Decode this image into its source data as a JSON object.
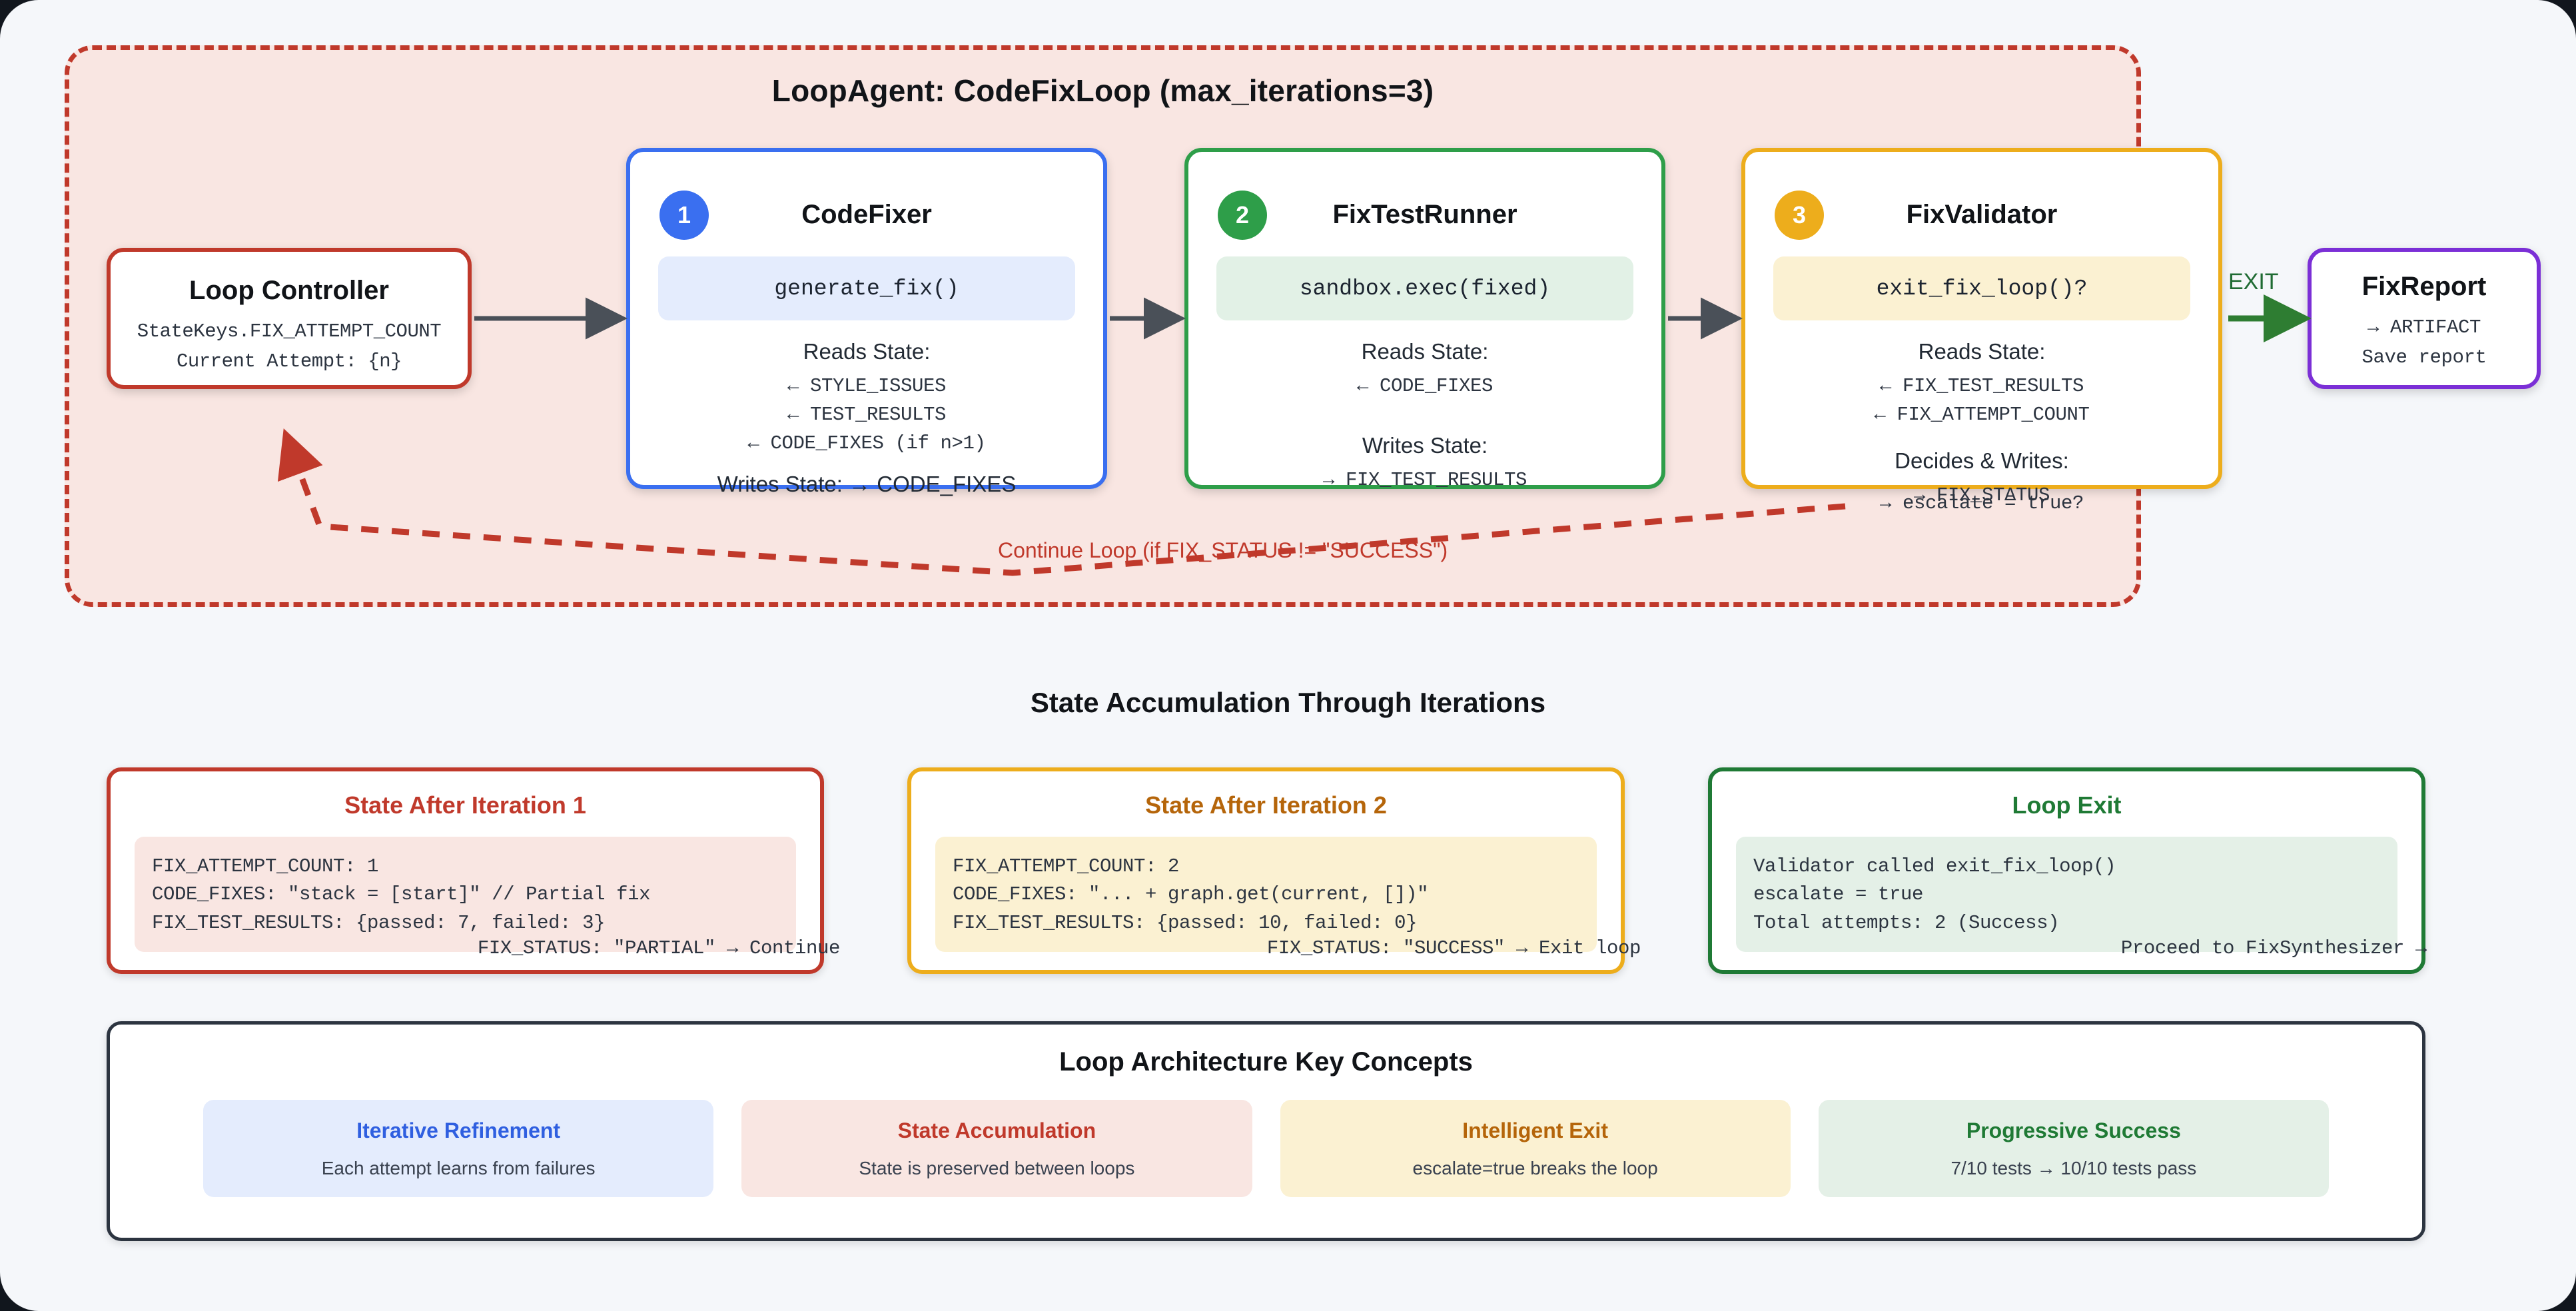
{
  "loop": {
    "title": "LoopAgent: CodeFixLoop (max_iterations=3)",
    "continue_label": "Continue Loop (if FIX_STATUS != \"SUCCESS\")",
    "exit_label": "EXIT"
  },
  "controller": {
    "title": "Loop Controller",
    "line1": "StateKeys.FIX_ATTEMPT_COUNT",
    "line2": "Current Attempt: {n}"
  },
  "steps": [
    {
      "number": "1",
      "title": "CodeFixer",
      "code": "generate_fix()",
      "reads_label": "Reads State:",
      "reads": [
        "← STYLE_ISSUES",
        "← TEST_RESULTS",
        "← CODE_FIXES (if n>1)"
      ],
      "writes_inline": "Writes State: → CODE_FIXES",
      "accent": "#3a6ff0"
    },
    {
      "number": "2",
      "title": "FixTestRunner",
      "code": "sandbox.exec(fixed)",
      "reads_label": "Reads State:",
      "reads": [
        "← CODE_FIXES"
      ],
      "writes_label": "Writes State:",
      "writes": [
        "→ FIX_TEST_RESULTS"
      ],
      "accent": "#2e9e49"
    },
    {
      "number": "3",
      "title": "FixValidator",
      "code": "exit_fix_loop()?",
      "reads_label": "Reads State:",
      "reads": [
        "← FIX_TEST_RESULTS",
        "← FIX_ATTEMPT_COUNT"
      ],
      "writes_label": "Decides & Writes:",
      "writes": [
        "→ FIX_STATUS"
      ],
      "overflow": "→ escalate = true?",
      "accent": "#edad1c"
    }
  ],
  "report": {
    "title": "FixReport",
    "line1": "→ ARTIFACT",
    "line2": "Save report"
  },
  "state_section": {
    "heading": "State Accumulation Through Iterations",
    "cards": [
      {
        "title": "State After Iteration 1",
        "lines": [
          "FIX_ATTEMPT_COUNT: 1",
          "CODE_FIXES: \"stack = [start]\" // Partial fix",
          "FIX_TEST_RESULTS: {passed: 7, failed: 3}"
        ],
        "footer": "FIX_STATUS: \"PARTIAL\" → Continue"
      },
      {
        "title": "State After Iteration 2",
        "lines": [
          "FIX_ATTEMPT_COUNT: 2",
          "CODE_FIXES: \"... + graph.get(current, [])\"",
          "FIX_TEST_RESULTS: {passed: 10, failed: 0}"
        ],
        "footer": "FIX_STATUS: \"SUCCESS\" → Exit loop"
      },
      {
        "title": "Loop Exit",
        "lines": [
          "Validator called exit_fix_loop()",
          "escalate = true",
          "Total attempts: 2 (Success)"
        ],
        "footer": "Proceed to FixSynthesizer →"
      }
    ]
  },
  "concepts": {
    "title": "Loop Architecture Key Concepts",
    "items": [
      {
        "title": "Iterative Refinement",
        "desc": "Each attempt learns from failures"
      },
      {
        "title": "State Accumulation",
        "desc": "State is preserved between loops"
      },
      {
        "title": "Intelligent Exit",
        "desc": "escalate=true breaks the loop"
      },
      {
        "title": "Progressive Success",
        "desc": "7/10 tests → 10/10 tests pass"
      }
    ]
  },
  "colors": {
    "loop_border": "#c0392b",
    "loop_bg": "#f9e6e2",
    "step1": "#3a6ff0",
    "step2": "#2e9e49",
    "step3": "#edad1c",
    "report": "#7b2fd6",
    "exit_arrow": "#2e7d32",
    "connector": "#4a5058",
    "page_bg": "#f5f7fa"
  }
}
